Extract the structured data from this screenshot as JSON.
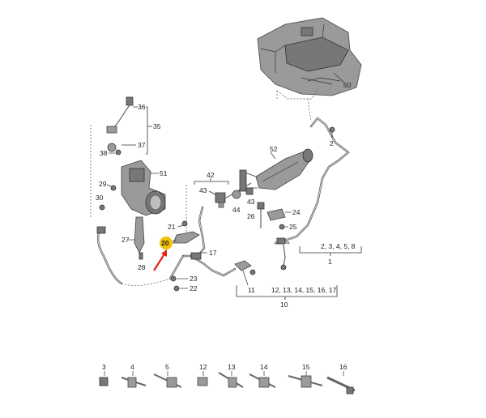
{
  "parts_diagram": {
    "callouts": {
      "c50": "50",
      "c36": "36",
      "c35": "35",
      "c38": "38",
      "c37": "37",
      "c2": "2",
      "c52": "52",
      "c51": "51",
      "c29": "29",
      "c30": "30",
      "c42": "42",
      "c43": "43",
      "c43b": "43",
      "c44": "44",
      "c26": "26",
      "c24": "24",
      "c25": "25",
      "c21": "21",
      "c20": "20",
      "c27": "27",
      "c28": "28",
      "c17": "17",
      "c23": "23",
      "c22": "22",
      "c11": "11",
      "c10": "10",
      "c1": "1",
      "group_2_8": "2, 3, 4, 5, 8",
      "group_12_17": "12, 13, 14, 15, 16, 17"
    },
    "highlighted_callout": "20",
    "detail_row": [
      "3",
      "4",
      "5",
      "12",
      "13",
      "14",
      "15",
      "16"
    ],
    "colors": {
      "highlight": "#f2c200",
      "arrow": "#e0201b",
      "line": "#333333",
      "part_fill": "#9a9a9a"
    }
  }
}
